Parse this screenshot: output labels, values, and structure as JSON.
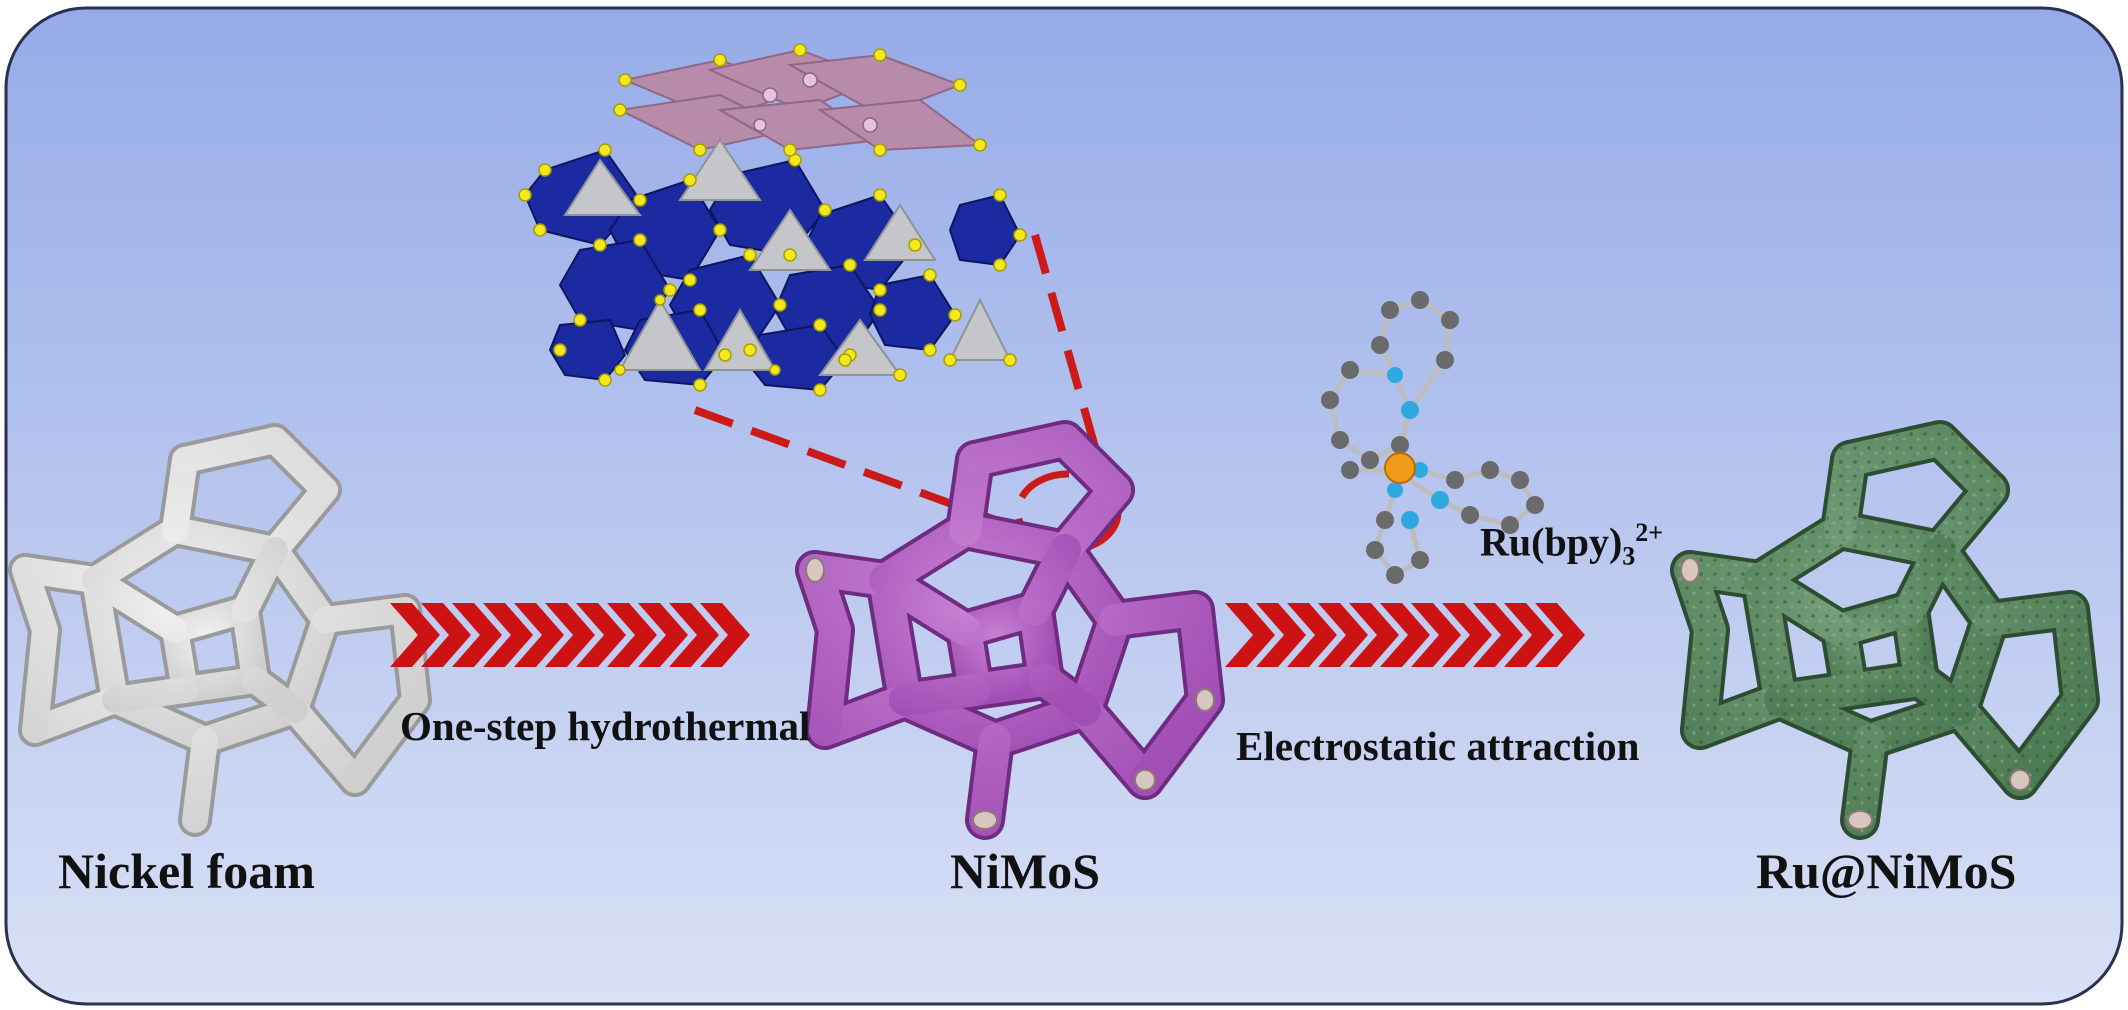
{
  "labels": {
    "nickel_foam": "Nickel foam",
    "nimos": "NiMoS",
    "ru_nimos": "Ru@NiMoS",
    "step1": "One-step hydrothermal",
    "step2": "Electrostatic attraction",
    "complex_name": "Ru(bpy)",
    "complex_sub": "3",
    "complex_sup": "2+"
  },
  "colors": {
    "panel_top": "#96abe8",
    "panel_bottom": "#d9e1f6",
    "panel_border": "#2a3150",
    "chevron": "#cc1212",
    "dash_line": "#cc1a1a",
    "nickel_foam": "#cfcfcf",
    "nimos_foam": "#a24fb5",
    "ru_nimos_foam": "#4d7b52",
    "octahedra": "#1b2aa0",
    "tetrahedra": "#c4c6ca",
    "top_layer": "#b98aa6",
    "sulfur": "#f3e81c",
    "carbon": "#6a6a6a",
    "nitrogen": "#2ea8e0",
    "ruthenium": "#f09a1a"
  },
  "icons": {
    "foam": "foam-network-icon",
    "crystal": "crystal-structure-icon",
    "molecule": "ru-bpy-molecule-icon",
    "arrow": "chevron-arrow-icon"
  }
}
